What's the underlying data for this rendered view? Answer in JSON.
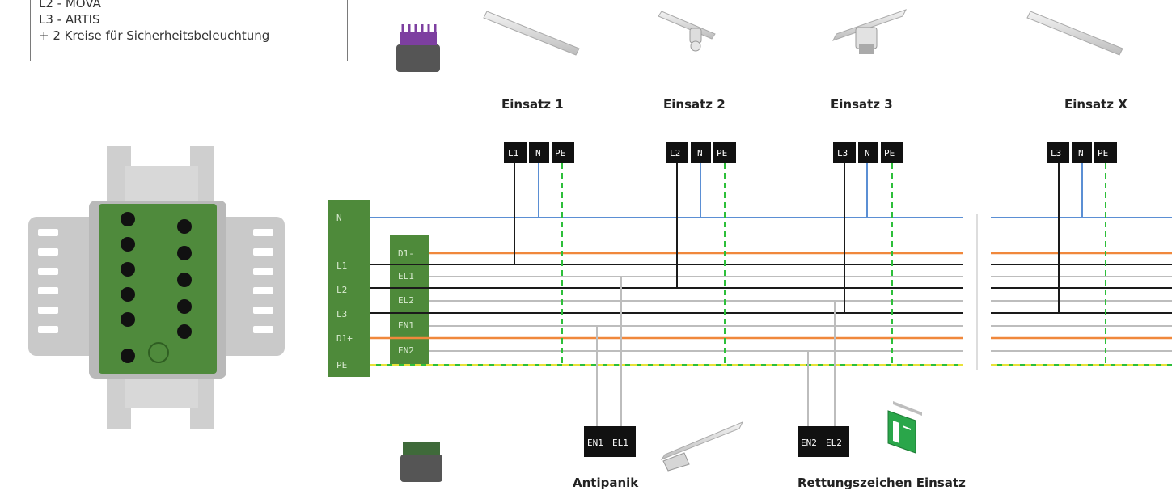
{
  "legend": {
    "lines": [
      "L2 - MOVA",
      "L3 - ARTIS",
      "+ 2 Kreise für Sicherheitsbeleuchtung"
    ]
  },
  "main_bar": {
    "labels": [
      "N",
      "L1",
      "L2",
      "L3",
      "D1+",
      "PE"
    ]
  },
  "aux_bar": {
    "labels": [
      "D1-",
      "EL1",
      "EL2",
      "EN1",
      "EN2"
    ]
  },
  "inserts": [
    {
      "caption": "Einsatz 1",
      "terminals": [
        "L1",
        "N",
        "PE"
      ]
    },
    {
      "caption": "Einsatz 2",
      "terminals": [
        "L2",
        "N",
        "PE"
      ]
    },
    {
      "caption": "Einsatz 3",
      "terminals": [
        "L3",
        "N",
        "PE"
      ]
    },
    {
      "caption": "Einsatz X",
      "terminals": [
        "L3",
        "N",
        "PE"
      ]
    }
  ],
  "bottom_groups": [
    {
      "caption": "Antipanik",
      "terminals": [
        "EN1",
        "EL1"
      ]
    },
    {
      "caption": "Rettungszeichen Einsatz",
      "terminals": [
        "EN2",
        "EL2"
      ]
    }
  ],
  "colors": {
    "neutral": "#5b8fd4",
    "phase": "#1a1a1a",
    "d1": "#f0883c",
    "emergency": "#bdbdbd",
    "pe_green": "#2dbf3a",
    "pe_yellow": "#e8e23a",
    "terminal_green": "#4e8a3a"
  },
  "icons": {
    "connector": "connector-block-icon",
    "linear_light": "linear-luminaire-icon",
    "spot": "spotlight-icon",
    "exit_sign": "exit-sign-icon",
    "terminal_module": "terminal-module-icon"
  }
}
